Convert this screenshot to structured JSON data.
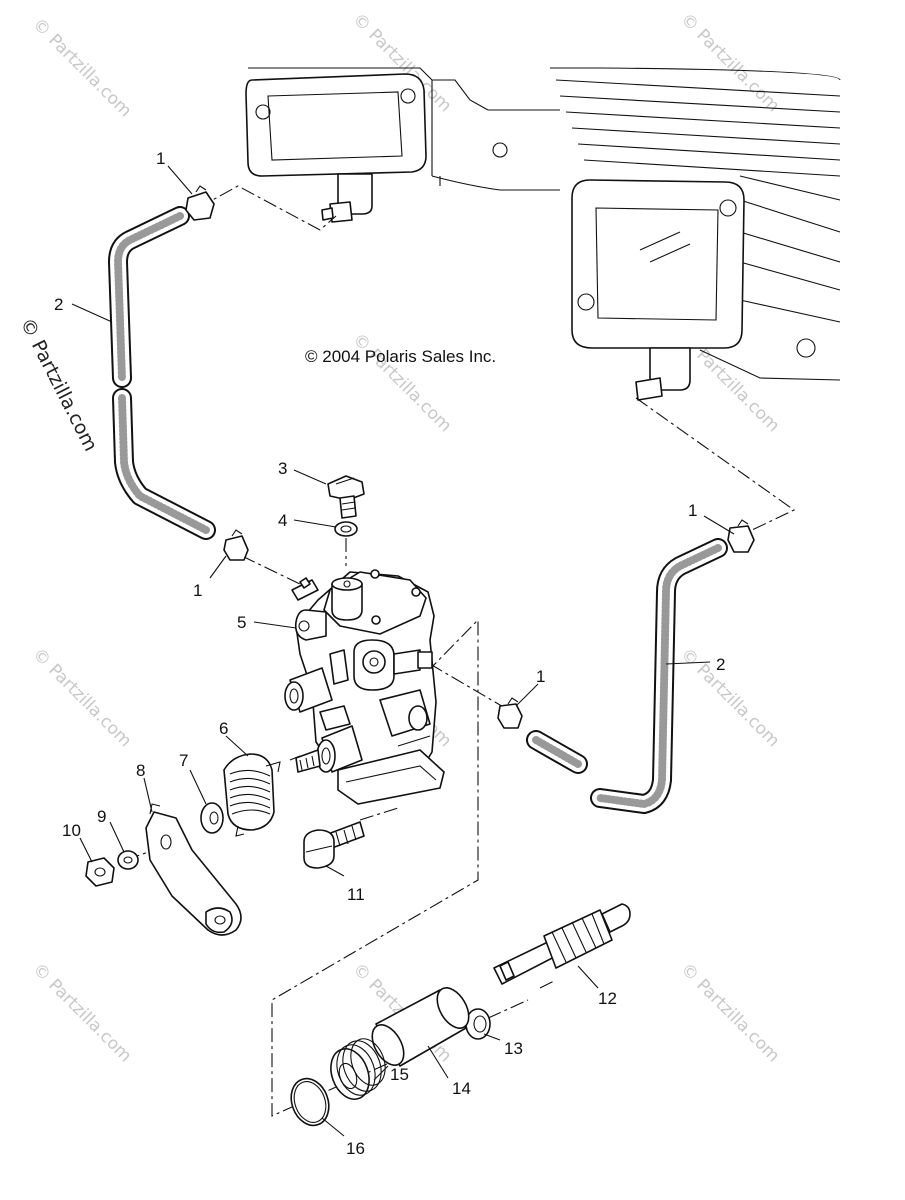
{
  "copyright": "© 2004 Polaris Sales Inc.",
  "watermark": "© Partzilla.com",
  "side_watermark": "© Partzilla.com",
  "callouts": [
    "1",
    "2",
    "1",
    "3",
    "4",
    "5",
    "1",
    "6",
    "7",
    "8",
    "9",
    "10",
    "11",
    "1",
    "2",
    "12",
    "13",
    "14",
    "15",
    "16"
  ],
  "colors": {
    "line": "#111111",
    "watermark": "#c8c8c8",
    "background": "#ffffff"
  }
}
